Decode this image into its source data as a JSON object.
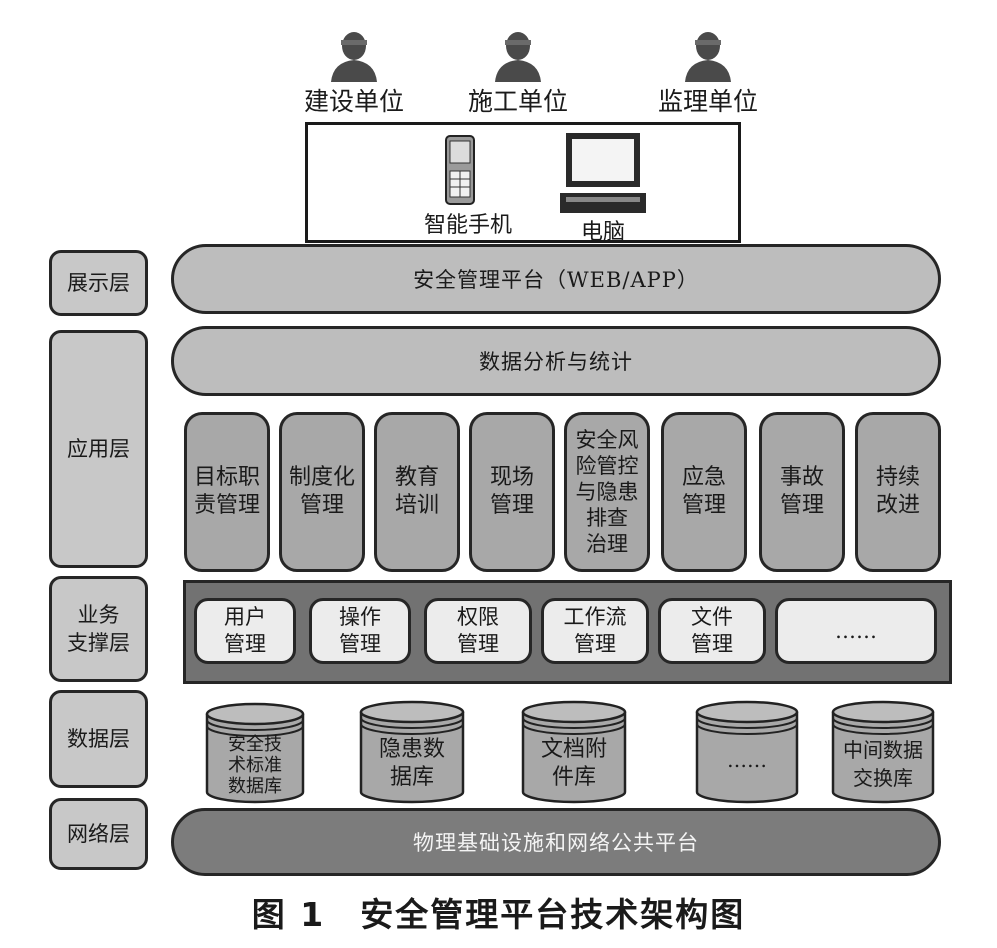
{
  "users": [
    {
      "label": "建设单位",
      "icon": "person-icon"
    },
    {
      "label": "施工单位",
      "icon": "person-icon"
    },
    {
      "label": "监理单位",
      "icon": "person-icon"
    }
  ],
  "devices": {
    "phone_label": "智能手机",
    "computer_label": "电脑"
  },
  "layers": {
    "presentation": "展示层",
    "application": "应用层",
    "support": "业务\n支撑层",
    "data": "数据层",
    "network": "网络层"
  },
  "presentation_bar": "安全管理平台（WEB/APP）",
  "analysis_bar": "数据分析与统计",
  "app_modules": [
    "目标职\n责管理",
    "制度化\n管理",
    "教育\n培训",
    "现场\n管理",
    "安全风\n险管控\n与隐患\n排查\n治理",
    "应急\n管理",
    "事故\n管理",
    "持续\n改进"
  ],
  "support_modules": [
    "用户\n管理",
    "操作\n管理",
    "权限\n管理",
    "工作流\n管理",
    "文件\n管理",
    "……"
  ],
  "databases": [
    "安全技\n术标准\n数据库",
    "隐患数\n据库",
    "文档附\n件库",
    "……",
    "中间数据\n交换库"
  ],
  "network_bar": "物理基础设施和网络公共平台",
  "caption": "图 1　安全管理平台技术架构图",
  "colors": {
    "layer_label_fill": "#c8c8c8",
    "app_box_fill": "#a8a8a8",
    "support_bar_fill": "#727272",
    "network_bar_fill": "#7c7c7c"
  }
}
